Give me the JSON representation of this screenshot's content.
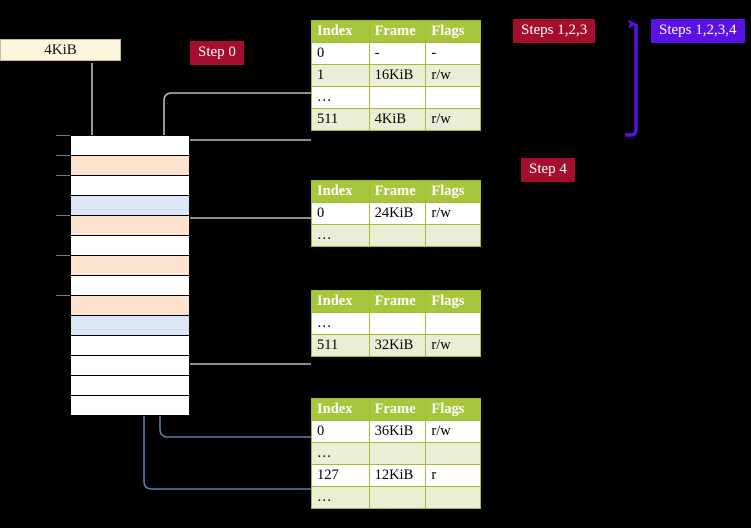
{
  "diagram": {
    "title": "multi-level-page-table-walk",
    "colors": {
      "table_header_bg": "#a6c63c",
      "table_alt_row_bg": "#e9eed4",
      "highlight_bg": "#fdfd9a",
      "badge_red": "#a50f2d",
      "badge_purple": "#5b10e8",
      "mem_orange": "#fde3cd",
      "mem_blue": "#dbe7f7",
      "kib_box_bg": "#fdf6de",
      "grey_wire": "#b8b8b8",
      "blue_wire": "#5b7fad",
      "purple_wire": "#5b10e8"
    }
  },
  "badges": {
    "step0": "Step 0",
    "steps123": "Steps 1,2,3",
    "steps1234": "Steps 1,2,3,4",
    "step4": "Step 4"
  },
  "page_box": {
    "label": "4KiB"
  },
  "memory_column": {
    "name": "physical-memory-column",
    "rows": [
      {
        "fill": "white"
      },
      {
        "fill": "orange"
      },
      {
        "fill": "white"
      },
      {
        "fill": "blue"
      },
      {
        "fill": "orange"
      },
      {
        "fill": "white"
      },
      {
        "fill": "orange"
      },
      {
        "fill": "white"
      },
      {
        "fill": "orange"
      },
      {
        "fill": "blue"
      },
      {
        "fill": "white"
      },
      {
        "fill": "white"
      },
      {
        "fill": "white"
      },
      {
        "fill": "white"
      }
    ]
  },
  "tables": [
    {
      "name": "page-table-level-1",
      "headers": [
        "Index",
        "Frame",
        "Flags"
      ],
      "rows": [
        {
          "style": "plain",
          "cells": [
            "0",
            "-",
            "-"
          ]
        },
        {
          "style": "alt",
          "cells": [
            "1",
            "16KiB",
            "r/w"
          ]
        },
        {
          "style": "plain",
          "cells": [
            "…",
            "",
            ""
          ]
        },
        {
          "style": "alt",
          "cells": [
            "511",
            "4KiB",
            "r/w"
          ],
          "highlight": true
        }
      ]
    },
    {
      "name": "page-table-level-2",
      "headers": [
        "Index",
        "Frame",
        "Flags"
      ],
      "rows": [
        {
          "style": "plain",
          "cells": [
            "0",
            "24KiB",
            "r/w"
          ]
        },
        {
          "style": "alt",
          "cells": [
            "…",
            "",
            ""
          ]
        }
      ]
    },
    {
      "name": "page-table-level-3",
      "headers": [
        "Index",
        "Frame",
        "Flags"
      ],
      "rows": [
        {
          "style": "plain",
          "cells": [
            "…",
            "",
            ""
          ]
        },
        {
          "style": "alt",
          "cells": [
            "511",
            "32KiB",
            "r/w"
          ]
        }
      ]
    },
    {
      "name": "page-table-level-4",
      "headers": [
        "Index",
        "Frame",
        "Flags"
      ],
      "rows": [
        {
          "style": "plain",
          "cells": [
            "0",
            "36KiB",
            "r/w"
          ]
        },
        {
          "style": "alt",
          "cells": [
            "…",
            "",
            ""
          ]
        },
        {
          "style": "plain",
          "cells": [
            "127",
            "12KiB",
            "r"
          ]
        },
        {
          "style": "alt",
          "cells": [
            "…",
            "",
            ""
          ]
        }
      ]
    }
  ]
}
